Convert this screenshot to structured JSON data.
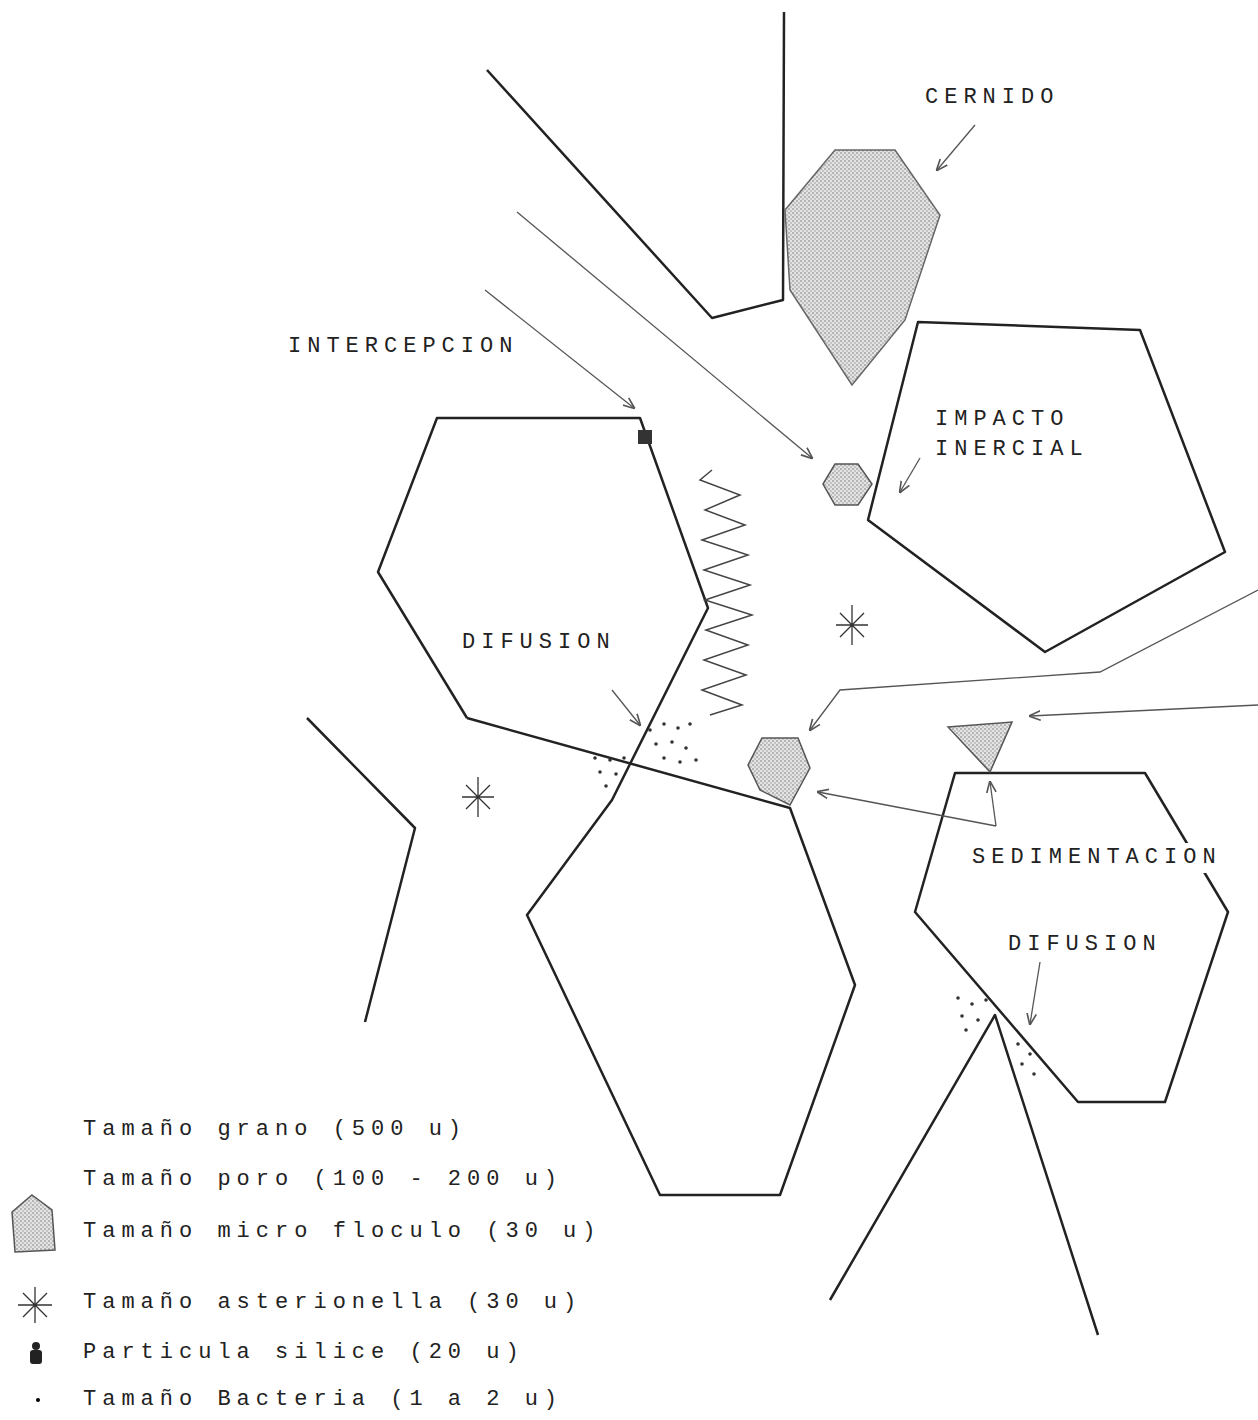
{
  "diagram": {
    "labels": [
      "CERNIDO",
      "INTERCEPCION",
      "IMPACTO INERCIAL",
      "DIFUSION",
      "SEDIMENTACION",
      "DIFUSION"
    ],
    "legend": [
      {
        "text": "Tamaño grano (500 u)"
      },
      {
        "text": "Tamaño poro (100 - 200 u)"
      },
      {
        "text": "Tamaño micro floculo (30 u)"
      },
      {
        "text": "Tamaño asterionella (30 u)"
      },
      {
        "text": "Particula silice (20 u)"
      },
      {
        "text": "Tamaño Bacteria (1 a 2 u)"
      }
    ]
  }
}
